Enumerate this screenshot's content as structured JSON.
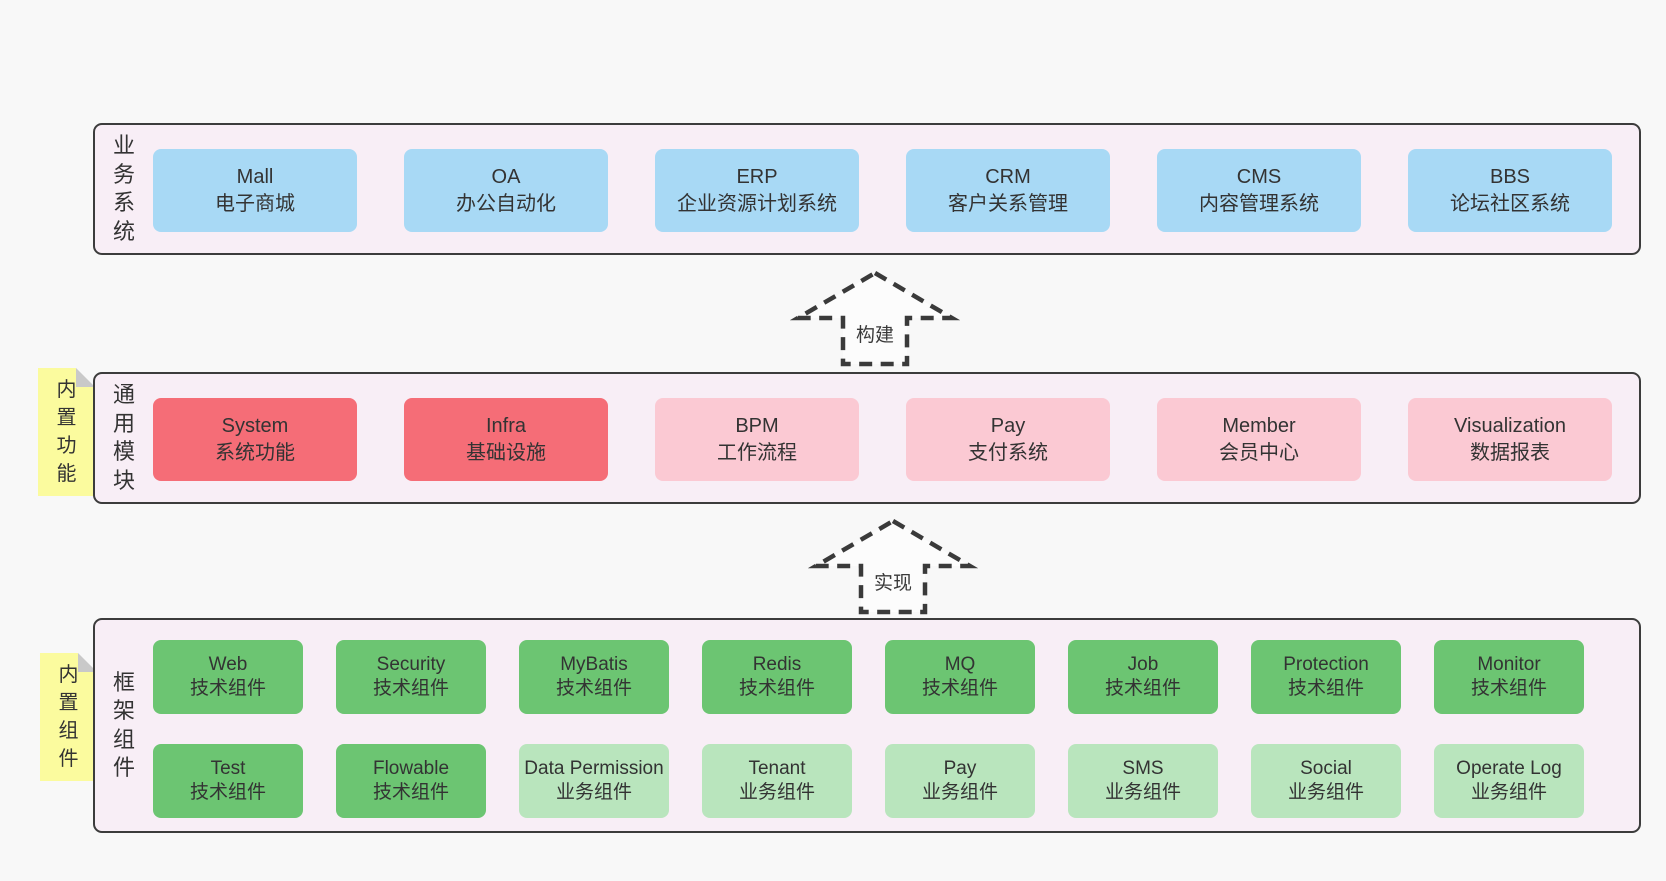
{
  "colors": {
    "page_bg": "#f8f8f8",
    "band_bg": "#f8eef6",
    "band_border": "#3c3c3c",
    "sticky_bg": "#fbfb9e",
    "sticky_fold": "#c9c9c9",
    "arrow_stroke": "#3a3a3a",
    "blue": "#a8d9f5",
    "red": "#f56d77",
    "pink": "#fbc9d3",
    "green": "#6cc572",
    "lightgreen": "#b9e5bd"
  },
  "arrows": [
    {
      "label": "构建"
    },
    {
      "label": "实现"
    }
  ],
  "bands": [
    {
      "label": "业务系统",
      "boxes": [
        {
          "title": "Mall",
          "subtitle": "电子商城",
          "variant": "blue"
        },
        {
          "title": "OA",
          "subtitle": "办公自动化",
          "variant": "blue"
        },
        {
          "title": "ERP",
          "subtitle": "企业资源计划系统",
          "variant": "blue"
        },
        {
          "title": "CRM",
          "subtitle": "客户关系管理",
          "variant": "blue"
        },
        {
          "title": "CMS",
          "subtitle": "内容管理系统",
          "variant": "blue"
        },
        {
          "title": "BBS",
          "subtitle": "论坛社区系统",
          "variant": "blue"
        }
      ]
    },
    {
      "label": "通用模块",
      "sticky": "内置功能",
      "boxes": [
        {
          "title": "System",
          "subtitle": "系统功能",
          "variant": "red"
        },
        {
          "title": "Infra",
          "subtitle": "基础设施",
          "variant": "red"
        },
        {
          "title": "BPM",
          "subtitle": "工作流程",
          "variant": "pink"
        },
        {
          "title": "Pay",
          "subtitle": "支付系统",
          "variant": "pink"
        },
        {
          "title": "Member",
          "subtitle": "会员中心",
          "variant": "pink"
        },
        {
          "title": "Visualization",
          "subtitle": "数据报表",
          "variant": "pink"
        }
      ]
    },
    {
      "label": "框架组件",
      "sticky": "内置组件",
      "rows": [
        [
          {
            "title": "Web",
            "subtitle": "技术组件",
            "variant": "green"
          },
          {
            "title": "Security",
            "subtitle": "技术组件",
            "variant": "green"
          },
          {
            "title": "MyBatis",
            "subtitle": "技术组件",
            "variant": "green"
          },
          {
            "title": "Redis",
            "subtitle": "技术组件",
            "variant": "green"
          },
          {
            "title": "MQ",
            "subtitle": "技术组件",
            "variant": "green"
          },
          {
            "title": "Job",
            "subtitle": "技术组件",
            "variant": "green"
          },
          {
            "title": "Protection",
            "subtitle": "技术组件",
            "variant": "green"
          },
          {
            "title": "Monitor",
            "subtitle": "技术组件",
            "variant": "green"
          }
        ],
        [
          {
            "title": "Test",
            "subtitle": "技术组件",
            "variant": "green"
          },
          {
            "title": "Flowable",
            "subtitle": "技术组件",
            "variant": "green"
          },
          {
            "title": "Data Permission",
            "subtitle": "业务组件",
            "variant": "lightgreen"
          },
          {
            "title": "Tenant",
            "subtitle": "业务组件",
            "variant": "lightgreen"
          },
          {
            "title": "Pay",
            "subtitle": "业务组件",
            "variant": "lightgreen"
          },
          {
            "title": "SMS",
            "subtitle": "业务组件",
            "variant": "lightgreen"
          },
          {
            "title": "Social",
            "subtitle": "业务组件",
            "variant": "lightgreen"
          },
          {
            "title": "Operate Log",
            "subtitle": "业务组件",
            "variant": "lightgreen"
          }
        ]
      ]
    }
  ]
}
